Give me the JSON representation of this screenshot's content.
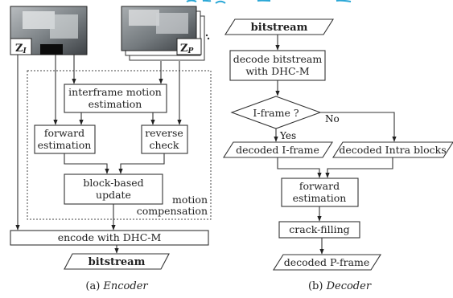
{
  "encoder": {
    "frame_i_label": "Z",
    "frame_i_sub": "I",
    "frame_p_label": "Z",
    "frame_p_sub": "P",
    "interframe": [
      "interframe motion",
      "estimation"
    ],
    "forward": [
      "forward",
      "estimation"
    ],
    "reverse": [
      "reverse",
      "check"
    ],
    "block_update": [
      "block-based",
      "update"
    ],
    "motion_comp": [
      "motion",
      "compensation"
    ],
    "encode": "encode with DHC-M",
    "bitstream": "bitstream",
    "caption_prefix": "(a) ",
    "caption_title": "Encoder"
  },
  "decoder": {
    "bitstream": "bitstream",
    "decode": [
      "decode bitstream",
      "with DHC-M"
    ],
    "decision": "I-frame ?",
    "yes": "Yes",
    "no": "No",
    "decoded_i": "decoded I-frame",
    "decoded_intra": "decoded Intra blocks",
    "forward": [
      "forward",
      "estimation"
    ],
    "crack": "crack-filling",
    "decoded_p": "decoded P-frame",
    "caption_prefix": "(b) ",
    "caption_title": "Decoder"
  }
}
